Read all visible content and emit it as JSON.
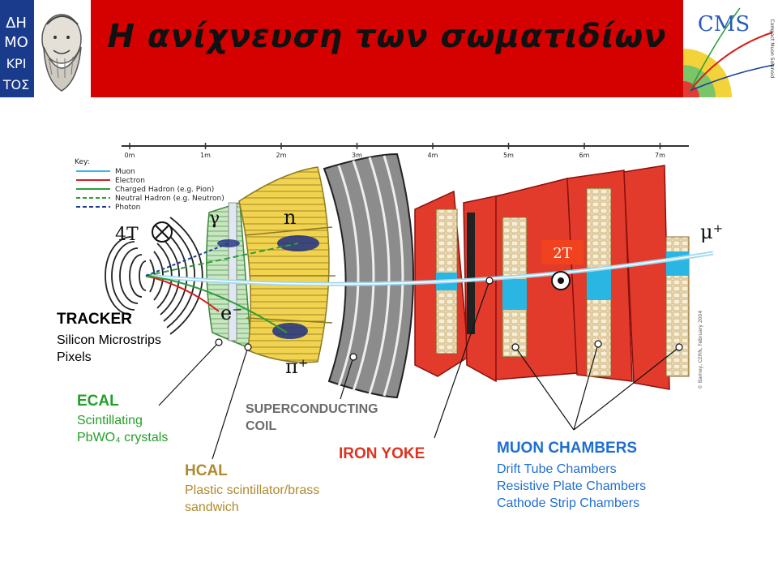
{
  "header": {
    "title": "Η ανίχνευση των σωματιδίων",
    "logo_left_text": [
      "ΔΗ",
      "ΜΟ",
      "ΚΡΙ",
      "ΤΟΣ"
    ],
    "logo_right_text": "CMS",
    "logo_right_subtext": "Compact Muon Solenoid"
  },
  "diagram": {
    "scale_ticks": [
      "0m",
      "1m",
      "2m",
      "3m",
      "4m",
      "5m",
      "6m",
      "7m"
    ],
    "key": {
      "title": "Key:",
      "items": [
        {
          "label": "Muon",
          "color": "#3db6e6",
          "style": "solid"
        },
        {
          "label": "Electron",
          "color": "#d42020",
          "style": "solid"
        },
        {
          "label": "Charged Hadron (e.g. Pion)",
          "color": "#2e9d3a",
          "style": "solid"
        },
        {
          "label": "Neutral Hadron (e.g. Neutron)",
          "color": "#2e9d3a",
          "style": "dashed"
        },
        {
          "label": "Photon",
          "color": "#1b3d99",
          "style": "dashed"
        }
      ]
    },
    "field_inner": "4T",
    "field_outer": "2T",
    "particles": {
      "gamma": "γ",
      "neutron": "n",
      "electron": "e⁻",
      "pion": "π⁺",
      "muon": "μ⁺"
    },
    "credit": "© Barney, CERN, February 2004",
    "tracker": {
      "title": "TRACKER",
      "lines": [
        "Silicon Microstrips",
        "Pixels"
      ]
    },
    "ecal": {
      "title": "ECAL",
      "lines": [
        "Scintillating",
        "PbWO₄ crystals"
      ]
    },
    "hcal": {
      "title": "HCAL",
      "lines": [
        "Plastic scintillator/brass",
        "sandwich"
      ]
    },
    "coil": {
      "lines": [
        "SUPERCONDUCTING",
        "COIL"
      ]
    },
    "yoke": {
      "title": "IRON YOKE"
    },
    "muon_chambers": {
      "title": "MUON CHAMBERS",
      "lines": [
        "Drift Tube Chambers",
        "Resistive Plate Chambers",
        "Cathode Strip Chambers"
      ]
    },
    "colors": {
      "tracker_label": "#000000",
      "ecal_label": "#23a028",
      "hcal_label": "#b08a2c",
      "coil_label": "#6b6b6b",
      "yoke_label": "#e0321e",
      "muon_label": "#1f6fd0",
      "header_bg": "#d50000"
    }
  }
}
